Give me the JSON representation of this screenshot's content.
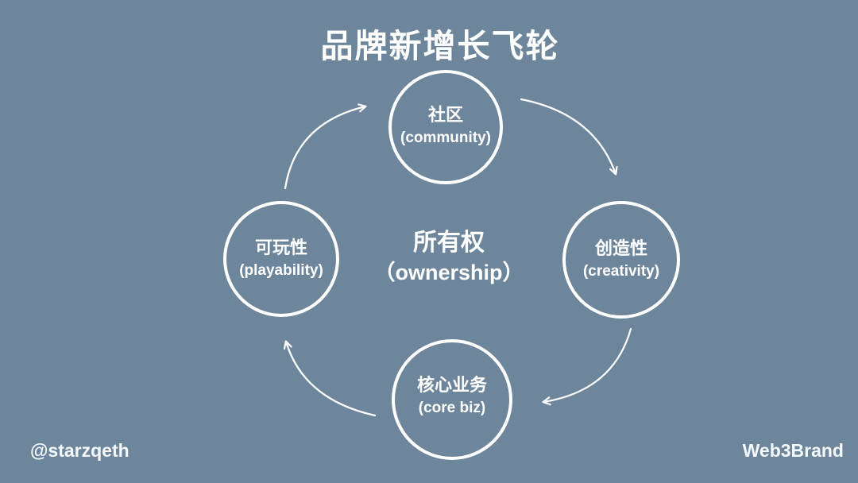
{
  "title": "品牌新增长飞轮",
  "center": {
    "zh": "所有权",
    "en": "（ownership）"
  },
  "nodes": [
    {
      "id": "community",
      "zh": "社区",
      "en": "(community)"
    },
    {
      "id": "creativity",
      "zh": "创造性",
      "en": "(creativity)"
    },
    {
      "id": "core-biz",
      "zh": "核心业务",
      "en": "(core biz)"
    },
    {
      "id": "playability",
      "zh": "可玩性",
      "en": "(playability)"
    }
  ],
  "cycle_order": [
    "社区 (community)",
    "创造性 (creativity)",
    "核心业务 (core biz)",
    "可玩性 (playability)"
  ],
  "cycle_direction": "clockwise",
  "footer": {
    "left": "@starzqeth",
    "right": "Web3Brand"
  },
  "colors": {
    "background": "#6e869b",
    "foreground": "#ffffff"
  }
}
